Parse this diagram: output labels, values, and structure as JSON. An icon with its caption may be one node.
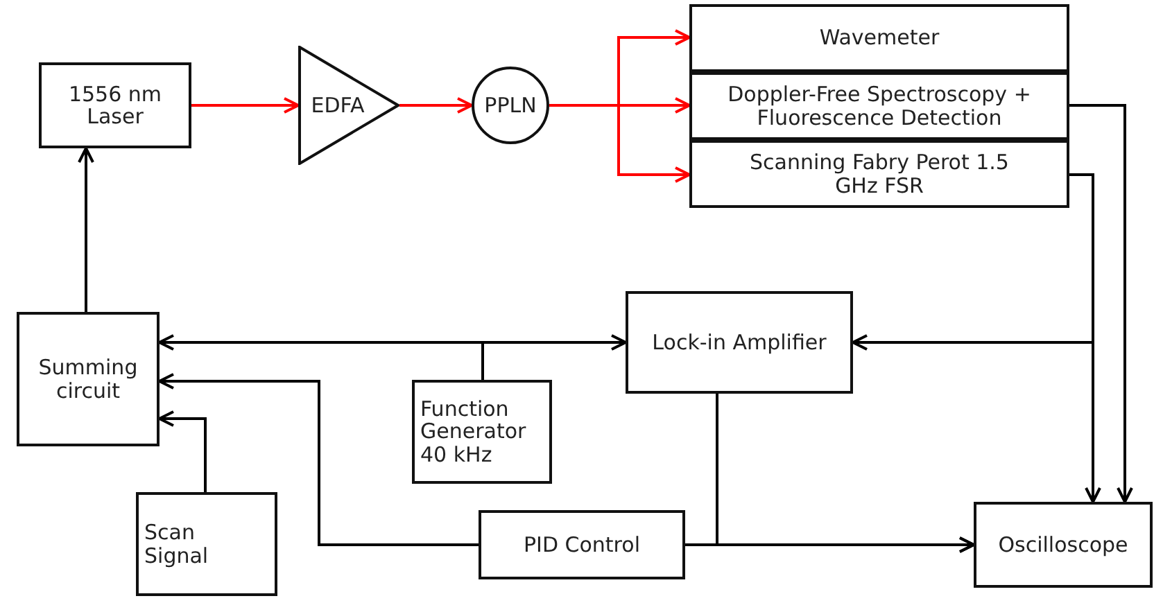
{
  "diagram": {
    "nodes": [
      {
        "text": [
          "1556 nm Laser"
        ]
      },
      {
        "text": [
          "EDFA"
        ]
      },
      {
        "text": [
          "PPLN"
        ]
      },
      {
        "text": [
          "Wavemeter"
        ]
      },
      {
        "text": [
          "Doppler-Free Spectroscopy + Fluorescence Detection"
        ]
      },
      {
        "text": [
          "Scanning Fabry Perot 1.5 GHz FSR"
        ]
      },
      {
        "text": [
          "Summing circuit"
        ]
      },
      {
        "text": [
          "Lock-in Amplifier"
        ]
      },
      {
        "text": [
          "Function Generator 40 kHz"
        ]
      },
      {
        "text": [
          "Scan Signal"
        ]
      },
      {
        "text": [
          "PID Control"
        ]
      },
      {
        "text": [
          "Oscilloscope"
        ]
      }
    ],
    "edges": [
      {
        "from": 0,
        "to": 1,
        "arrow": "to",
        "color": "#ff0000"
      },
      {
        "from": 1,
        "to": 2,
        "arrow": "to",
        "color": "#ff0000"
      },
      {
        "from": 2,
        "to": 3,
        "arrow": "to",
        "color": "#ff0000"
      },
      {
        "from": 2,
        "to": 4,
        "arrow": "to",
        "color": "#ff0000"
      },
      {
        "from": 2,
        "to": 5,
        "arrow": "to",
        "color": "#ff0000"
      },
      {
        "from": 6,
        "to": 0,
        "arrow": "to"
      },
      {
        "from": 8,
        "to": 6,
        "arrow": "to"
      },
      {
        "from": 8,
        "to": 7,
        "arrow": "to"
      },
      {
        "from": 4,
        "to": 11,
        "arrow": "to"
      },
      {
        "from": 5,
        "to": 11,
        "arrow": "to"
      },
      {
        "from": 5,
        "to": 7,
        "arrow": "to"
      },
      {
        "from": 7,
        "to": 11,
        "arrow": "to"
      },
      {
        "from": 10,
        "to": 11,
        "arrow": "to"
      },
      {
        "from": 10,
        "to": 6,
        "arrow": "to"
      },
      {
        "from": 9,
        "to": 6,
        "arrow": "to"
      }
    ]
  }
}
